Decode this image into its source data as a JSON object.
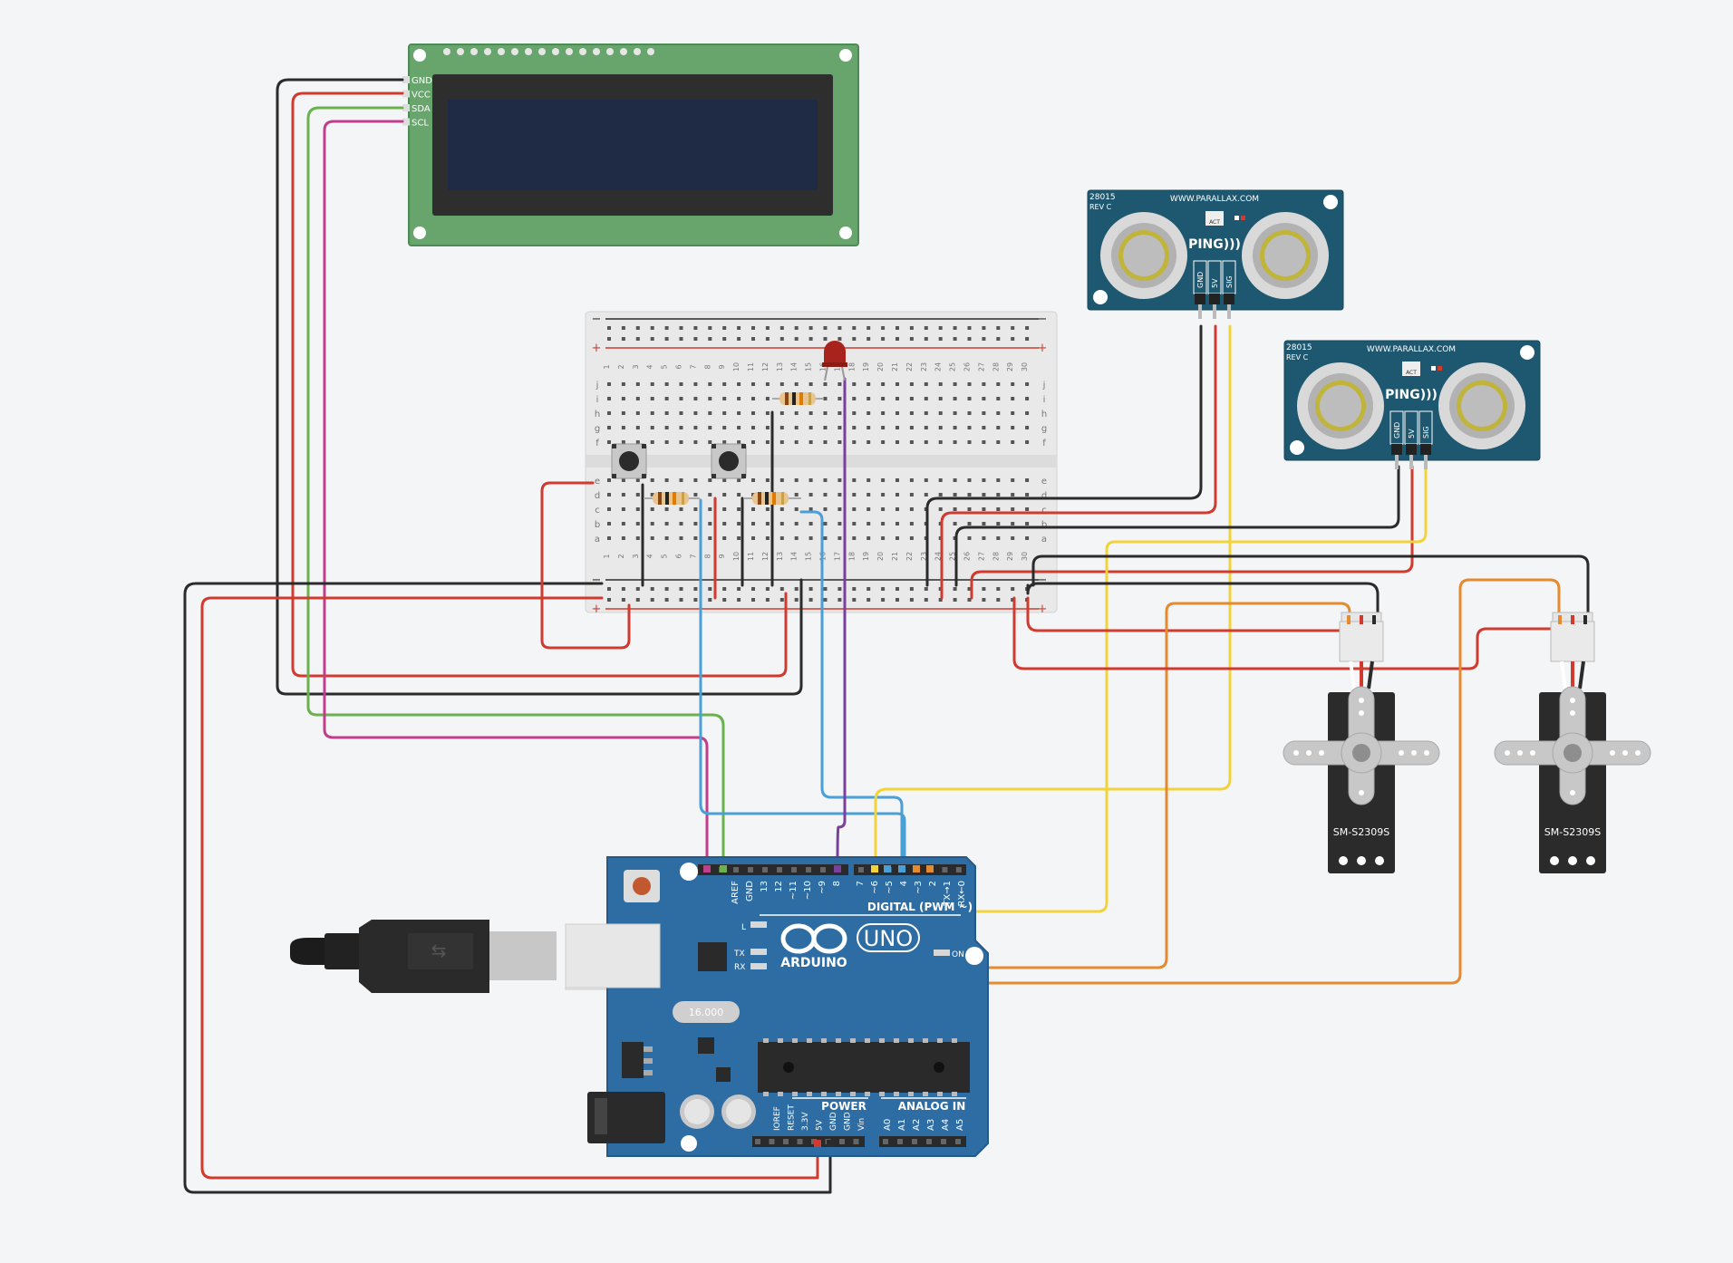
{
  "lcd": {
    "pins": [
      "GND",
      "VCC",
      "SDA",
      "SCL"
    ]
  },
  "breadboard": {
    "rail_minus": "−",
    "rail_plus": "+",
    "row_letters_top": [
      "j",
      "i",
      "h",
      "g",
      "f"
    ],
    "row_letters_bottom": [
      "e",
      "d",
      "c",
      "b",
      "a"
    ],
    "column_numbers": [
      "1",
      "2",
      "3",
      "4",
      "5",
      "6",
      "7",
      "8",
      "9",
      "10",
      "11",
      "12",
      "13",
      "14",
      "15",
      "16",
      "17",
      "18",
      "19",
      "20",
      "21",
      "22",
      "23",
      "24",
      "25",
      "26",
      "27",
      "28",
      "29",
      "30"
    ]
  },
  "ping_sensors": [
    {
      "model": "28015",
      "rev": "REV C",
      "site": "WWW.PARALLAX.COM",
      "act": "ACT",
      "logo": "PING)))",
      "pins": [
        "GND",
        "5V",
        "SIG"
      ]
    },
    {
      "model": "28015",
      "rev": "REV C",
      "site": "WWW.PARALLAX.COM",
      "act": "ACT",
      "logo": "PING)))",
      "pins": [
        "GND",
        "5V",
        "SIG"
      ]
    }
  ],
  "servos": [
    {
      "model": "SM-S2309S"
    },
    {
      "model": "SM-S2309S"
    }
  ],
  "arduino": {
    "brand": "ARDUINO",
    "model": "UNO",
    "digital_label": "DIGITAL (PWM ~)",
    "digital_pins": [
      "AREF",
      "GND",
      "13",
      "12",
      "~11",
      "~10",
      "~9",
      "8",
      "7",
      "~6",
      "~5",
      "4",
      "~3",
      "2",
      "TX→1",
      "RX←0"
    ],
    "led_labels": [
      "L",
      "TX",
      "RX"
    ],
    "on_label": "ON",
    "power_label": "POWER",
    "analog_label": "ANALOG IN",
    "power_pins": [
      "IOREF",
      "RESET",
      "3.3V",
      "5V",
      "GND",
      "GND",
      "Vin"
    ],
    "analog_pins": [
      "A0",
      "A1",
      "A2",
      "A3",
      "A4",
      "A5"
    ],
    "crystal": "16.000"
  },
  "colors": {
    "background": "#f4f5f7",
    "wire_black": "#2b2b2b",
    "wire_red": "#d03a2f",
    "wire_green": "#6ab24e",
    "wire_magenta": "#c23d8c",
    "wire_blue": "#4a9fd6",
    "wire_purple": "#7b3f9e",
    "wire_yellow": "#f2d33a",
    "wire_orange": "#e58a2e",
    "arduino_blue": "#2e6da4",
    "lcd_green": "#67a56c",
    "sensor_teal": "#1e5870"
  }
}
